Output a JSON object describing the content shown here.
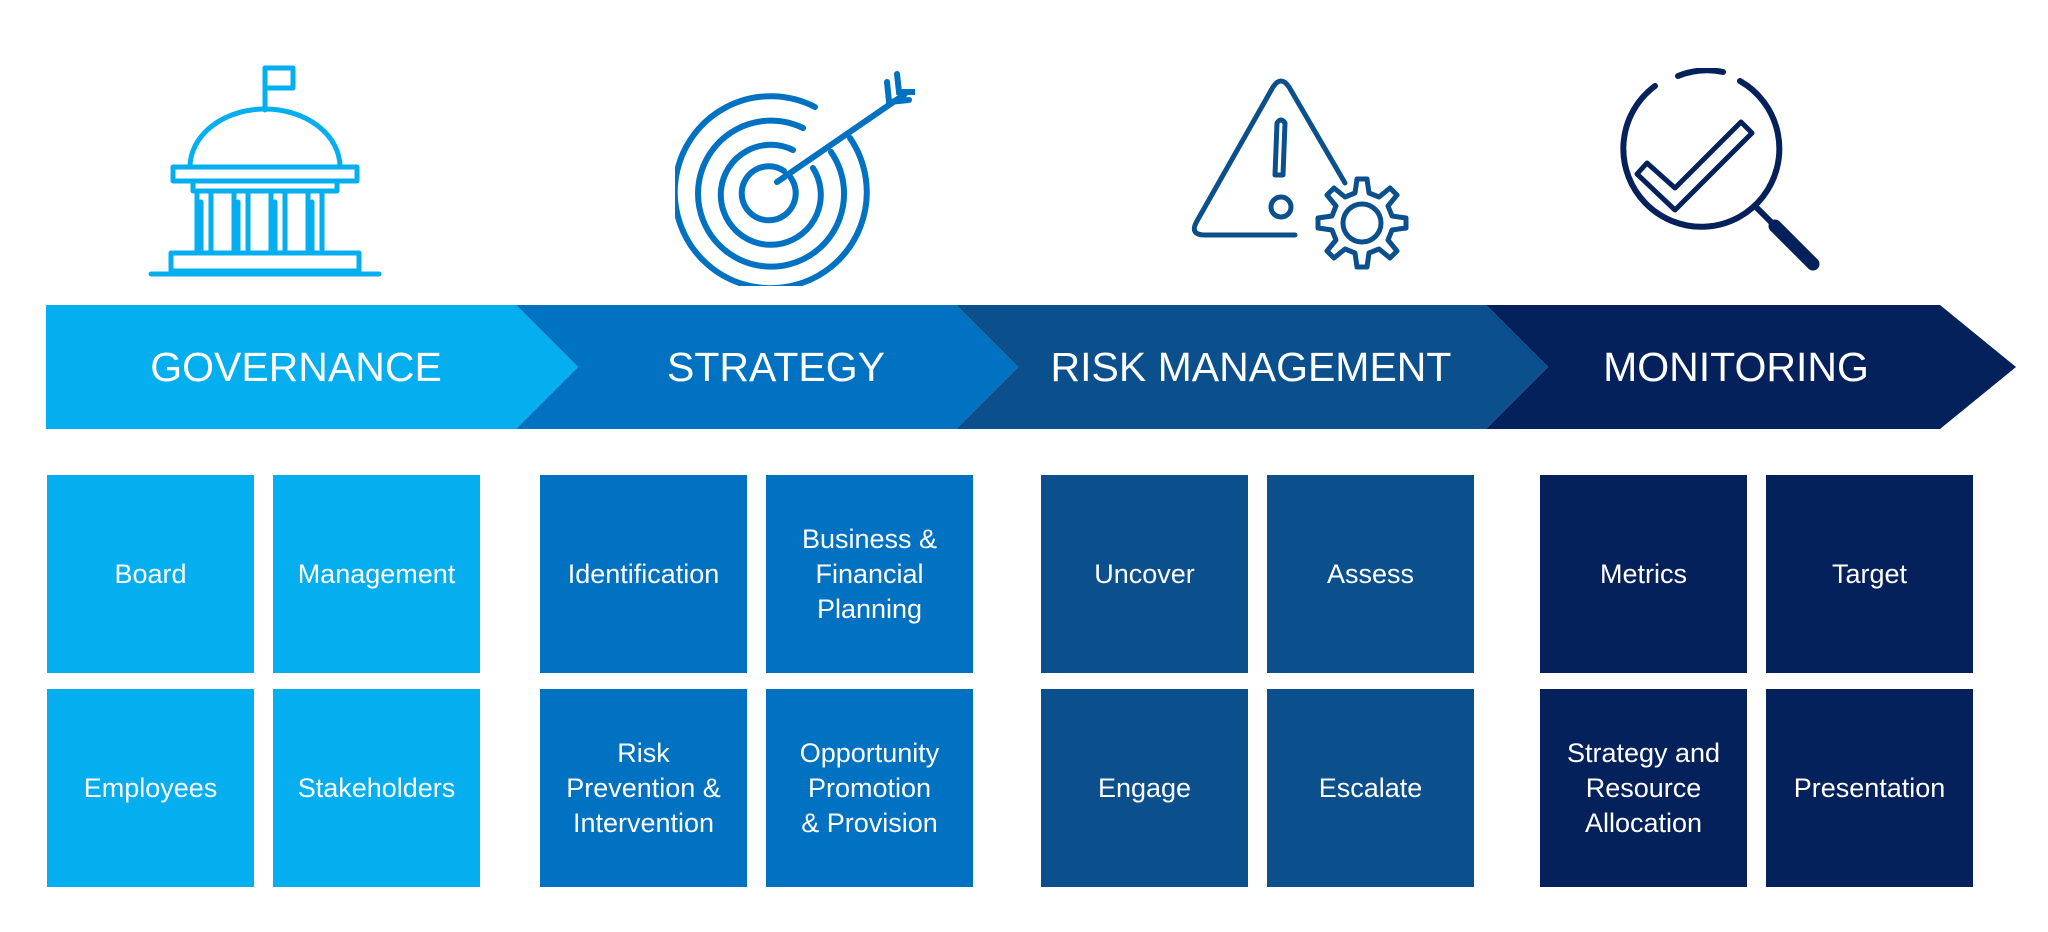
{
  "colors": {
    "governance": "#04aeef",
    "strategy": "#0171c2",
    "risk_management": "#0b4f8c",
    "monitoring": "#05215c",
    "icon_light": "#04aeef",
    "icon_mid": "#0171c2",
    "icon_dark": "#0b4f8c",
    "icon_navy": "#05215c"
  },
  "icons": {
    "governance": "government-building-icon",
    "strategy": "target-arrow-icon",
    "risk_management": "warning-gear-icon",
    "monitoring": "magnifier-check-icon"
  },
  "stages": [
    {
      "label": "GOVERNANCE",
      "tiles": [
        "Board",
        "Management",
        "Employees",
        "Stakeholders"
      ]
    },
    {
      "label": "STRATEGY",
      "tiles": [
        "Identification",
        "Business &\nFinancial\nPlanning",
        "Risk\nPrevention &\nIntervention",
        "Opportunity\nPromotion\n& Provision"
      ]
    },
    {
      "label": "RISK MANAGEMENT",
      "tiles": [
        "Uncover",
        "Assess",
        "Engage",
        "Escalate"
      ]
    },
    {
      "label": "MONITORING",
      "tiles": [
        "Metrics",
        "Target",
        "Strategy and\nResource\nAllocation",
        "Presentation"
      ]
    }
  ]
}
